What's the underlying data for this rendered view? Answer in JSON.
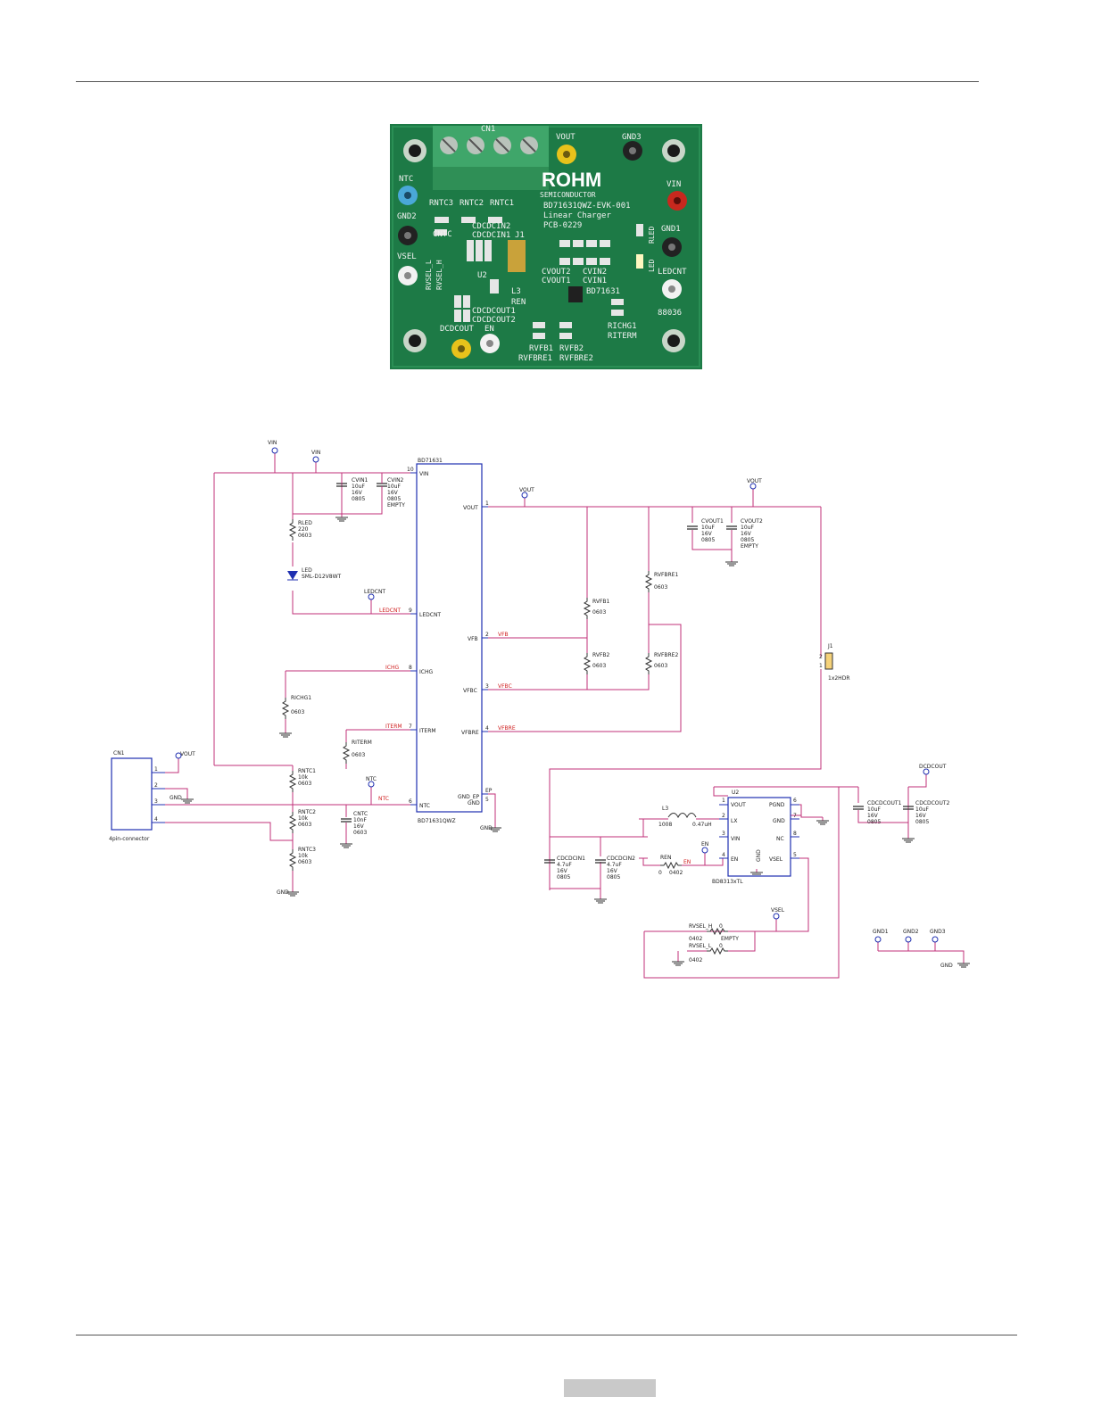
{
  "board": {
    "logo": "ROHM",
    "logo_sub": "SEMICONDUCTOR",
    "part": "BD71631QWZ-EVK-001",
    "desc": "Linear Charger",
    "pcb": "PCB-0229",
    "serial": "88036",
    "labels": {
      "cn1": "CN1",
      "vout": "VOUT",
      "gnd3": "GND3",
      "ntc": "NTC",
      "vin": "VIN",
      "gnd2": "GND2",
      "gnd1": "GND1",
      "vsel": "VSEL",
      "ledcnt": "LEDCNT",
      "dcdcout": "DCDCOUT",
      "en": "EN",
      "rntc3": "RNTC3",
      "rntc2": "RNTC2",
      "rntc1": "RNTC1",
      "cntc": "CNTC",
      "cdcdcin2": "CDCDCIN2",
      "cdcdcin1": "CDCDCIN1",
      "j1": "J1",
      "u2": "U2",
      "rvsel_l": "RVSEL_L",
      "rvsel_h": "RVSEL_H",
      "cvout2": "CVOUT2",
      "cvout1": "CVOUT1",
      "cvin2": "CVIN2",
      "cvin1": "CVIN1",
      "rled": "RLED",
      "led": "LED",
      "l3": "L3",
      "ren": "REN",
      "cdcdcout1": "CDCDCOUT1",
      "cdcdcout2": "CDCDCOUT2",
      "ic": "BD71631",
      "richg1": "RICHG1",
      "riterm": "RITERM",
      "rvfb1": "RVFB1",
      "rvfb2": "RVFB2",
      "rvfbre1": "RVFBRE1",
      "rvfbre2": "RVFBRE2"
    }
  },
  "schematic": {
    "u1": {
      "ref": "BD71631",
      "part": "BD71631QWZ",
      "pins": {
        "vin": "VIN",
        "ledcnt": "LEDCNT",
        "ichg": "ICHG",
        "iterm": "ITERM",
        "ntc": "NTC",
        "vout": "VOUT",
        "vfb": "VFB",
        "vfbc": "VFBC",
        "vfbre": "VFBRE",
        "gnd_ep": "GND_EP",
        "gnd": "GND"
      },
      "pin_numbers": {
        "vin": "10",
        "ledcnt": "9",
        "ichg": "8",
        "iterm": "7",
        "ntc": "6",
        "vout": "1",
        "vfb": "2",
        "vfbc": "3",
        "vfbre": "4",
        "ep": "EP",
        "gnd": "5"
      }
    },
    "u2": {
      "ref": "U2",
      "part": "BD8313xTL",
      "pins": {
        "vout": "VOUT",
        "lx": "LX",
        "vin": "VIN",
        "en": "EN",
        "pgnd": "PGND",
        "gnd": "GND",
        "nc": "NC",
        "vsel": "VSEL",
        "ep": "GND"
      },
      "pin_numbers": {
        "vout": "1",
        "lx": "2",
        "vin": "3",
        "en": "4",
        "pgnd": "6",
        "gnd": "7",
        "nc": "8",
        "vsel": "5"
      }
    },
    "cn1": {
      "ref": "CN1",
      "part": "4pin-connector",
      "pins": [
        "1",
        "2",
        "3",
        "4"
      ]
    },
    "j1": {
      "ref": "J1",
      "part": "1x2HDR",
      "pins": [
        "2",
        "1"
      ]
    },
    "nets": {
      "vin": "VIN",
      "vout": "VOUT",
      "gnd": "GND",
      "ntc": "NTC",
      "ledcnt": "LEDCNT",
      "en": "EN",
      "vsel": "VSEL",
      "dcdcout": "DCDCOUT",
      "vfb": "VFB",
      "vfbc": "VFBC",
      "vfbre": "VFBRE",
      "ichg": "ICHG",
      "iterm": "ITERM",
      "gnd1": "GND1",
      "gnd2": "GND2",
      "gnd3": "GND3"
    },
    "parts": {
      "cvin1": {
        "ref": "CVIN1",
        "l1": "10uF",
        "l2": "16V",
        "l3": "0805"
      },
      "cvin2": {
        "ref": "CVIN2",
        "l1": "10uF",
        "l2": "16V",
        "l3": "0805",
        "l4": "EMPTY"
      },
      "rled": {
        "ref": "RLED",
        "l1": "220",
        "l2": "0603"
      },
      "led": {
        "ref": "LED",
        "l1": "SML-D12V8WT"
      },
      "richg1": {
        "ref": "RICHG1",
        "l1": "0603"
      },
      "riterm": {
        "ref": "RITERM",
        "l1": "0603"
      },
      "rntc1": {
        "ref": "RNTC1",
        "l1": "10k",
        "l2": "0603"
      },
      "rntc2": {
        "ref": "RNTC2",
        "l1": "10k",
        "l2": "0603"
      },
      "rntc3": {
        "ref": "RNTC3",
        "l1": "10k",
        "l2": "0603"
      },
      "cntc": {
        "ref": "CNTC",
        "l1": "10nF",
        "l2": "16V",
        "l3": "0603"
      },
      "rvfb1": {
        "ref": "RVFB1",
        "l1": "0603"
      },
      "rvfb2": {
        "ref": "RVFB2",
        "l1": "0603"
      },
      "rvfbre1": {
        "ref": "RVFBRE1",
        "l1": "0603"
      },
      "rvfbre2": {
        "ref": "RVFBRE2",
        "l1": "0603"
      },
      "cvout1": {
        "ref": "CVOUT1",
        "l1": "10uF",
        "l2": "16V",
        "l3": "0805"
      },
      "cvout2": {
        "ref": "CVOUT2",
        "l1": "10uF",
        "l2": "16V",
        "l3": "0805",
        "l4": "EMPTY"
      },
      "l3": {
        "ref": "L3",
        "l1": "1008",
        "l2": "0.47uH"
      },
      "ren": {
        "ref": "REN",
        "l1": "0",
        "l2": "0402"
      },
      "cdcdcin1": {
        "ref": "CDCDCIN1",
        "l1": "4.7uF",
        "l2": "16V",
        "l3": "0805"
      },
      "cdcdcin2": {
        "ref": "CDCDCIN2",
        "l1": "4.7uF",
        "l2": "16V",
        "l3": "0805"
      },
      "cdcdcout1": {
        "ref": "CDCDCOUT1",
        "l1": "10uF",
        "l2": "16V",
        "l3": "0805"
      },
      "cdcdcout2": {
        "ref": "CDCDCOUT2",
        "l1": "10uF",
        "l2": "16V",
        "l3": "0805"
      },
      "rvsel_h": {
        "ref": "RVSEL_H",
        "l1": "0",
        "l2": "0402",
        "l3": "EMPTY"
      },
      "rvsel_l": {
        "ref": "RVSEL_L",
        "l1": "0",
        "l2": "0402"
      }
    }
  },
  "colors": {
    "board_green": "#1d7a46",
    "wire_magenta": "#c0307a",
    "ic_blue": "#1f2fb0",
    "net_red": "#d02020",
    "ground_green": "#2a7a2a"
  }
}
